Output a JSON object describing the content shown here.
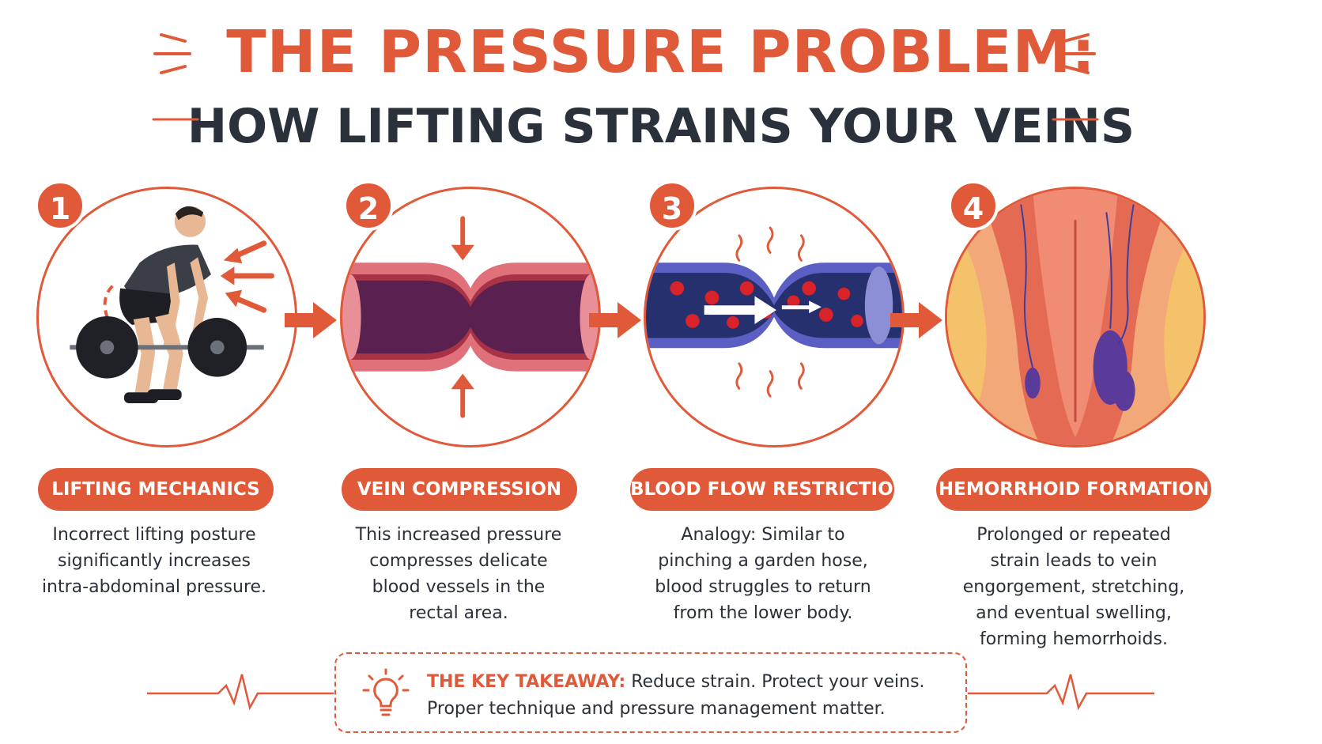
{
  "title": {
    "main": "THE PRESSURE PROBLEM:",
    "sub": "HOW LIFTING STRAINS YOUR VEINS"
  },
  "colors": {
    "accent": "#e05a3a",
    "dark_text": "#2b313b",
    "vein_blue": "#5b5fc4",
    "blood_red": "#d8232a"
  },
  "steps": [
    {
      "number": "1",
      "label": "LIFTING MECHANICS",
      "description_lines": [
        "Incorrect lifting posture",
        "significantly increases",
        "intra-abdominal pressure."
      ],
      "icon": "weightlifter-icon"
    },
    {
      "number": "2",
      "label": "VEIN COMPRESSION",
      "description_lines": [
        "This increased pressure",
        "compresses delicate",
        "blood vessels in the",
        "rectal area."
      ],
      "icon": "compressed-vessel-icon"
    },
    {
      "number": "3",
      "label": "BLOOD FLOW RESTRICTION",
      "description_lines": [
        "Analogy: Similar to",
        "pinching a garden hose,",
        "blood struggles to return",
        "from the lower body."
      ],
      "icon": "restricted-flow-icon"
    },
    {
      "number": "4",
      "label": "HEMORRHOID FORMATION",
      "description_lines": [
        "Prolonged or repeated",
        "strain leads to vein",
        "engorgement, stretching,",
        "and eventual swelling,",
        "forming hemorrhoids."
      ],
      "icon": "hemorrhoid-anatomy-icon"
    }
  ],
  "takeaway": {
    "icon": "lightbulb-icon",
    "heading": "THE KEY TAKEAWAY:",
    "line1_rest": " Reduce strain. Protect your veins.",
    "line2": "Proper technique and pressure management matter."
  }
}
